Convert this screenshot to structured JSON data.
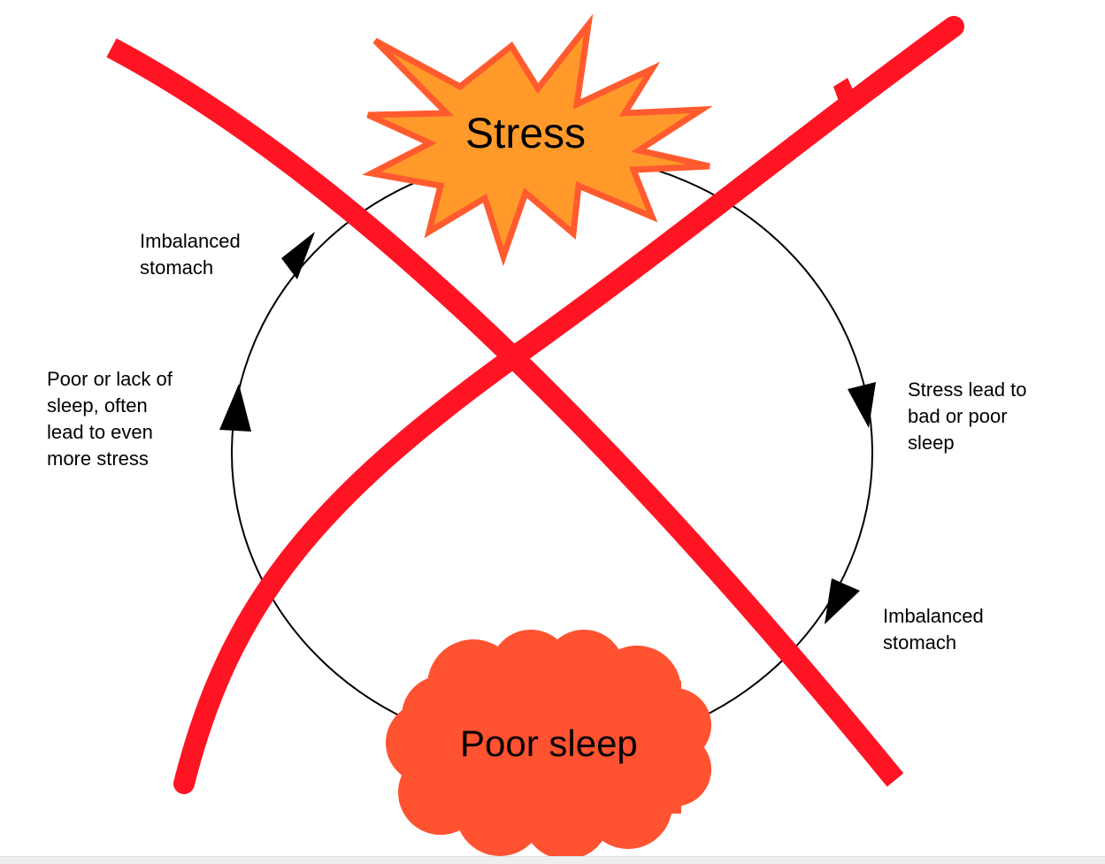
{
  "diagram": {
    "nodes": {
      "stress": {
        "label": "Stress",
        "shape": "starburst",
        "fill": "#FF9A2A",
        "stroke": "#FF5B2E"
      },
      "poor_sleep": {
        "label": "Poor sleep",
        "shape": "cloud",
        "fill": "#FF5230"
      }
    },
    "cycle": {
      "stroke": "#000000",
      "direction": "clockwise"
    },
    "edge_labels": {
      "stress_to_sleep": "Stress lead to\nbad or poor\nsleep",
      "right_lower": "Imbalanced\nstomach",
      "sleep_to_stress": "Poor or lack of\nsleep, often\nlead to even\nmore stress",
      "left_upper": "Imbalanced\nstomach"
    },
    "cross_out": {
      "color": "#FF1424"
    }
  }
}
